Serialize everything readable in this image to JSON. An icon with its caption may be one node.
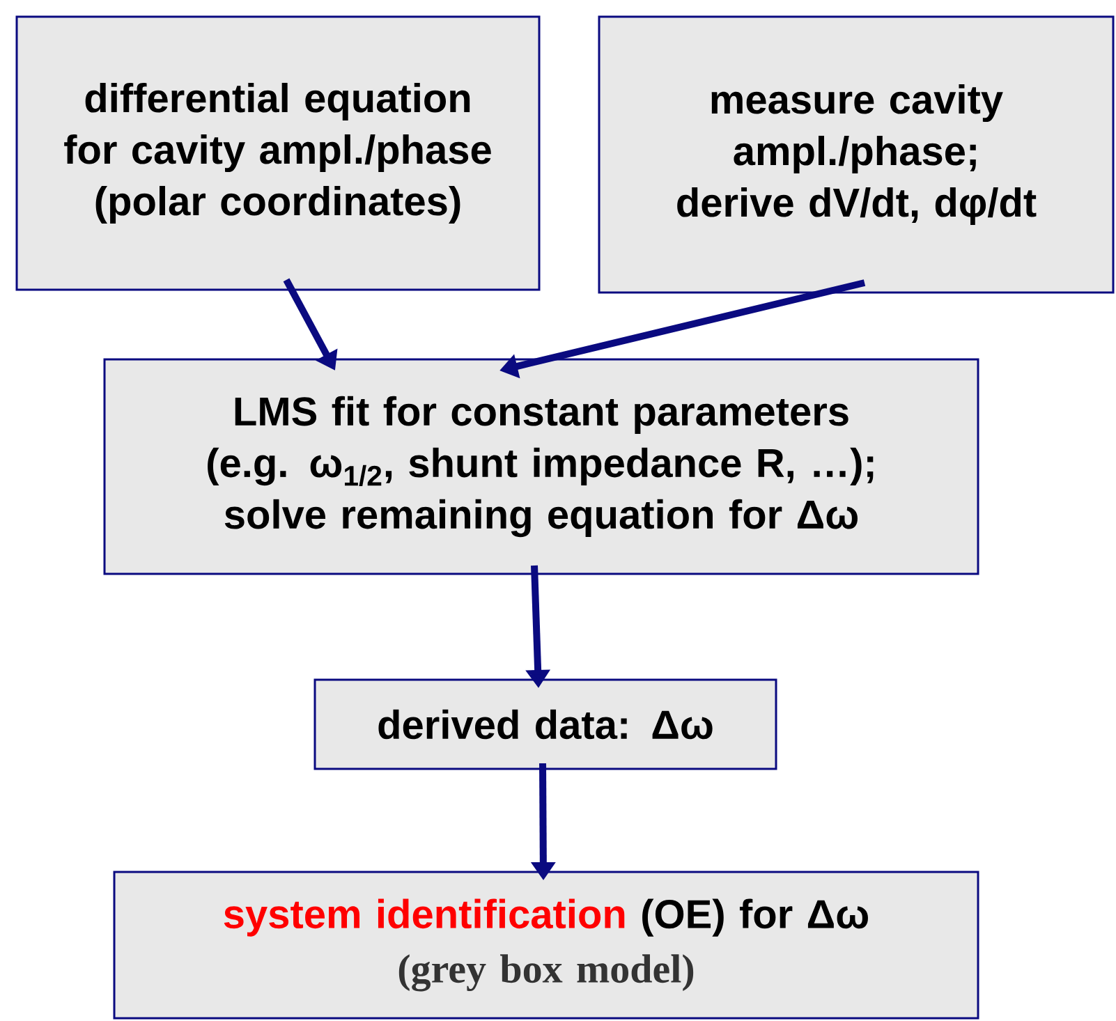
{
  "diagram": {
    "nodes": [
      {
        "text": [
          "differential equation for cavity ampl./phase (polar coordinates)"
        ]
      },
      {
        "text": [
          "measure cavity ampl./phase; derive dV/dt, dφ/dt"
        ]
      },
      {
        "text": [
          "LMS fit for constant parameters (e.g. ω$_{1/2}$, shunt impedance R, …); solve remaining equation for Δω"
        ]
      },
      {
        "text": [
          "derived data: Δω"
        ]
      },
      {
        "text": [
          "system identification",
          "(OE) for Δω",
          "(grey box model)"
        ]
      }
    ],
    "edges": [
      {
        "from": 0,
        "to": 2,
        "arrow": "to"
      },
      {
        "from": 1,
        "to": 2,
        "arrow": "to"
      },
      {
        "from": 2,
        "to": 3,
        "arrow": "to"
      },
      {
        "from": 3,
        "to": 4,
        "arrow": "to"
      }
    ]
  }
}
